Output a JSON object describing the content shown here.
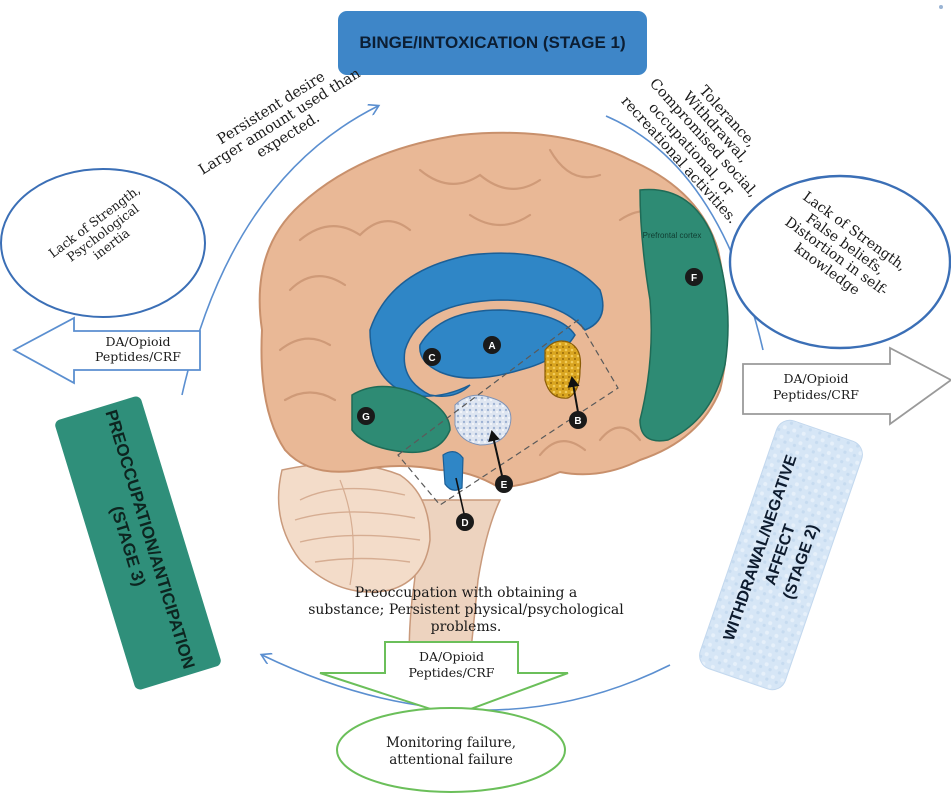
{
  "stage1": {
    "label": "BINGE/INTOXICATION (STAGE 1)"
  },
  "stage2": {
    "line1": "WITHDRAWAL/NEGATIVE AFFECT",
    "line2": "(STAGE 2)"
  },
  "stage3": {
    "line1": "PREOCCUPATION/ANTICIPATION",
    "line2": "(STAGE 3)"
  },
  "top_left_arrow_text": {
    "line1": "Persistent desire",
    "line2": "Larger amount used than",
    "line3": "expected."
  },
  "top_right_arrow_text": {
    "line1": "Tolerance,",
    "line2": "Withdrawal,",
    "line3": "Compromised social,",
    "line4": "occupational, or",
    "line5": "recreational activities."
  },
  "bottom_text": {
    "line1": "Preoccupation with obtaining a",
    "line2": "substance; Persistent physical/psychological",
    "line3": "problems."
  },
  "left_ellipse": {
    "line1": "Lack of Strength,",
    "line2": "Psychological",
    "line3": "inertia"
  },
  "right_ellipse": {
    "line1": "Lack of Strength,",
    "line2": "False beliefs,",
    "line3": "Distortion in self-",
    "line4": "knowledge"
  },
  "bottom_ellipse": {
    "line1": "Monitoring failure,",
    "line2": "attentional failure"
  },
  "arrow_left": {
    "line1": "DA/Opioid",
    "line2": "Peptides/CRF"
  },
  "arrow_right": {
    "line1": "DA/Opioid",
    "line2": "Peptides/CRF"
  },
  "arrow_bottom": {
    "line1": "DA/Opioid",
    "line2": "Peptides/CRF"
  },
  "brain": {
    "region_label": "Prefrontal cortex",
    "markers": [
      "A",
      "B",
      "C",
      "D",
      "E",
      "F",
      "G"
    ]
  },
  "colors": {
    "stage1_fill": "#3e86c8",
    "stage3_fill": "#2f8f7a",
    "stage2_fill": "#cfe2f3",
    "ellipse_blue": "#3b6fb6",
    "ellipse_green": "#5cb85c",
    "brain_tan": "#e9b896",
    "brain_teal": "#2e8b74",
    "brain_blue": "#2f86c6"
  }
}
